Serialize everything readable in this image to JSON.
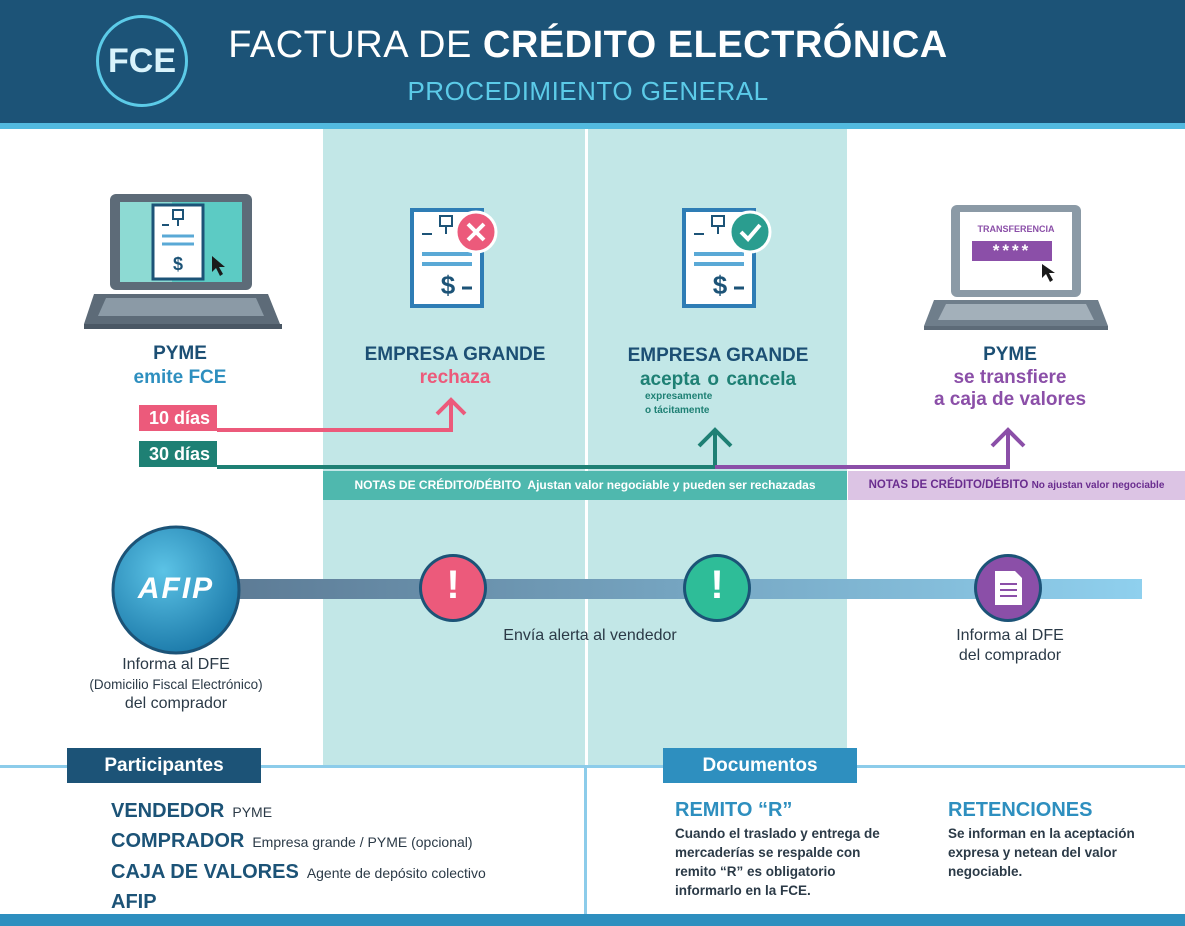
{
  "header": {
    "badge": "FCE",
    "title_light": "FACTURA DE ",
    "title_bold": "CRÉDITO ELECTRÓNICA",
    "subtitle": "PROCEDIMIENTO GENERAL"
  },
  "stages": {
    "pyme_emite": {
      "title": "PYME",
      "action": "emite FCE"
    },
    "empresa_rechaza": {
      "title": "EMPRESA GRANDE",
      "action": "rechaza"
    },
    "empresa_acepta": {
      "title": "EMPRESA GRANDE",
      "action": "acepta  o  cancela",
      "note_1": "expresamente",
      "note_2": "o tácitamente"
    },
    "pyme_transfiere": {
      "title": "PYME",
      "action_1": "se transfiere",
      "action_2": "a caja de valores",
      "screen_label": "TRANSFERENCIA",
      "screen_password": "****"
    }
  },
  "deadlines": {
    "ten_days": "10 días",
    "thirty_days": "30 días"
  },
  "notes": {
    "band_left_title": "NOTAS DE CRÉDITO/DÉBITO",
    "band_left_text": "Ajustan valor negociable y pueden ser rechazadas",
    "band_right_title": "NOTAS DE CRÉDITO/DÉBITO",
    "band_right_text": "No ajustan valor negociable"
  },
  "timeline": {
    "afip_logo": "AFIP",
    "afip_info_1": "Informa al DFE",
    "afip_info_2": "(Domicilio Fiscal Electrónico)",
    "afip_info_3": "del comprador",
    "alert": "Envía alerta al vendedor",
    "dfe_info_1": "Informa al DFE",
    "dfe_info_2": "del comprador",
    "alert_symbol": "!"
  },
  "participants": {
    "tab": "Participantes",
    "items": [
      {
        "name": "VENDEDOR",
        "desc": "PYME"
      },
      {
        "name": "COMPRADOR",
        "desc": "Empresa grande / PYME (opcional)"
      },
      {
        "name": "CAJA DE VALORES",
        "desc": "Agente de depósito colectivo"
      },
      {
        "name": "AFIP",
        "desc": ""
      }
    ]
  },
  "documents": {
    "tab": "Documentos",
    "remito": {
      "title": "REMITO “R”",
      "lines": [
        "Cuando el traslado y entrega de",
        "mercaderías se respalde con",
        "remito “R” es obligatorio",
        "informarlo en la FCE."
      ]
    },
    "retenciones": {
      "title": "RETENCIONES",
      "lines": [
        "Se informan en la aceptación",
        "expresa y netean del valor",
        "negociable."
      ]
    }
  },
  "colors": {
    "navy": "#1c5377",
    "cyan": "#52b9df",
    "pink": "#ec5a7b",
    "teal": "#1e8074",
    "purple": "#8b4fa8",
    "column_bg": "#b7e3e3",
    "band_teal": "#4fb8ae",
    "band_purple": "#dcc4e4"
  },
  "icons": {
    "laptop_1": "laptop-invoice-icon",
    "doc_reject": "invoice-reject-icon",
    "doc_accept": "invoice-accept-icon",
    "laptop_2": "laptop-transfer-icon",
    "timeline_doc": "document-icon"
  }
}
